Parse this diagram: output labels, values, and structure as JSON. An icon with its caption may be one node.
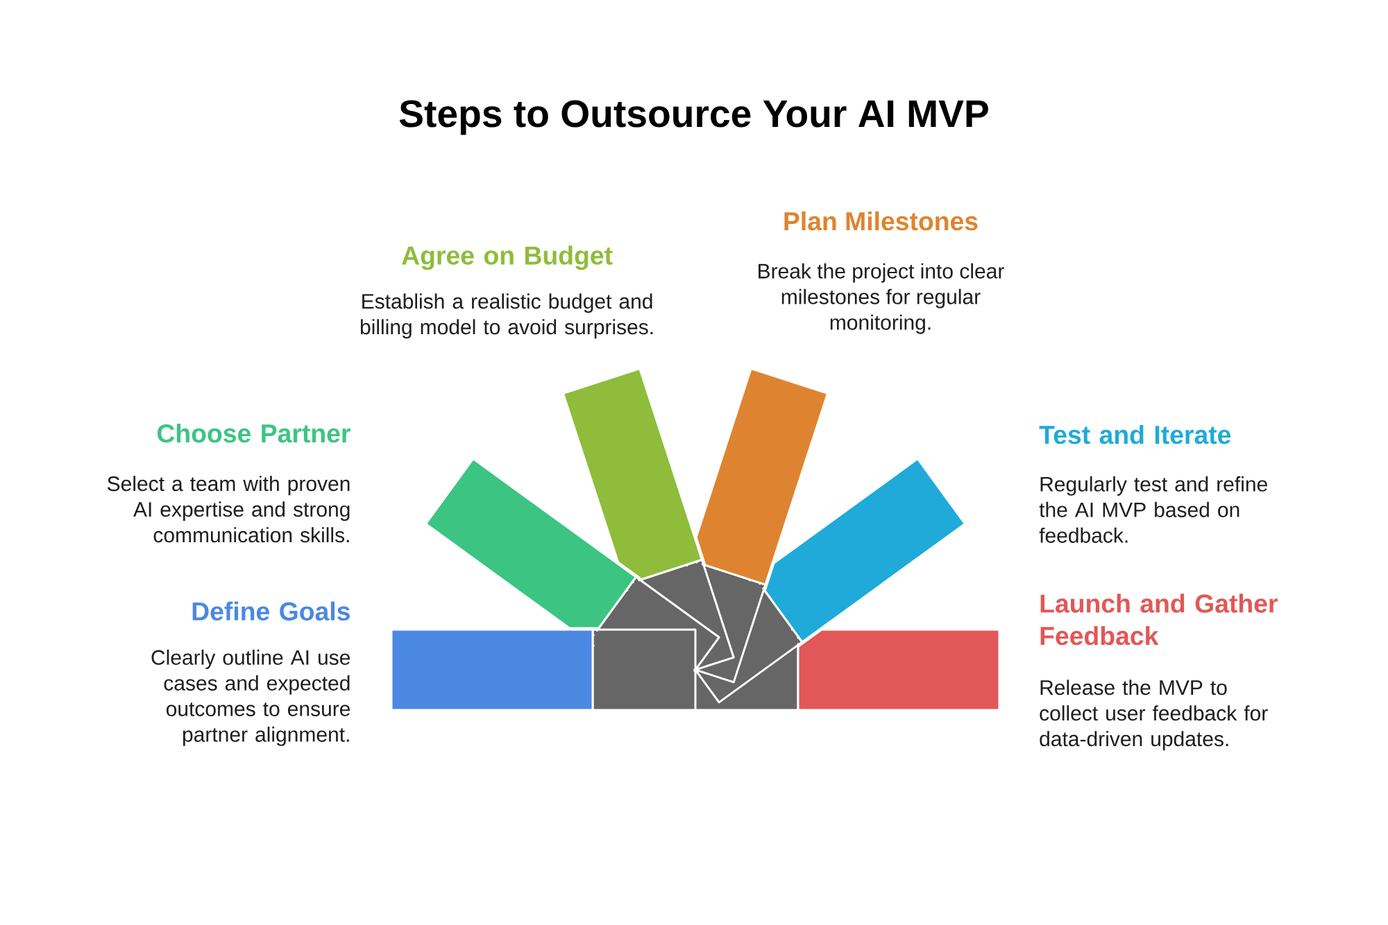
{
  "diagram": {
    "title": "Steps to Outsource Your AI MVP",
    "nodes": [
      {
        "text": [],
        "shape": "bar",
        "beside": [
          "Define Goals",
          "Clearly outline AI use cases and expected outcomes to ensure partner alignment."
        ]
      },
      {
        "text": [],
        "shape": "bar",
        "beside": [
          "Choose Partner",
          "Select a team with proven AI expertise and strong communication skills."
        ]
      },
      {
        "text": [],
        "shape": "bar",
        "beside": [
          "Agree on Budget",
          "Establish a realistic budget and billing model to avoid surprises."
        ]
      },
      {
        "text": [],
        "shape": "bar",
        "beside": [
          "Plan Milestones",
          "Break the project into clear milestones for regular monitoring."
        ]
      },
      {
        "text": [],
        "shape": "bar",
        "beside": [
          "Test and Iterate",
          "Regularly test and refine the AI MVP based on feedback."
        ]
      },
      {
        "text": [],
        "shape": "bar",
        "beside": [
          "Launch and Gather Feedback",
          "Release the MVP to collect user feedback for data-driven updates."
        ]
      }
    ]
  }
}
